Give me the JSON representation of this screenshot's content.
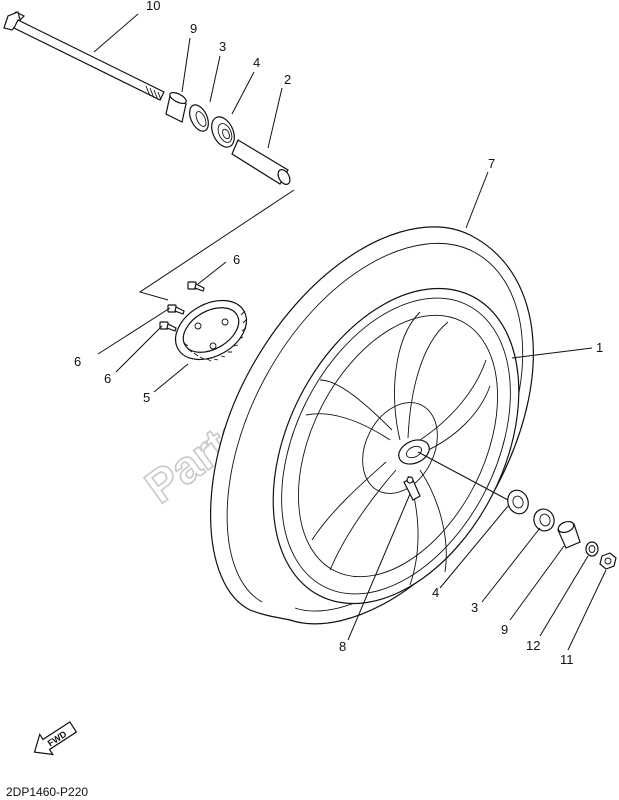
{
  "diagram": {
    "callouts": [
      {
        "id": "c-10-axle",
        "label": "10"
      },
      {
        "id": "c-9-top",
        "label": "9"
      },
      {
        "id": "c-3-top",
        "label": "3"
      },
      {
        "id": "c-4-top",
        "label": "4"
      },
      {
        "id": "c-2-top",
        "label": "2"
      },
      {
        "id": "c-7-tire",
        "label": "7"
      },
      {
        "id": "c-6-a",
        "label": "6"
      },
      {
        "id": "c-6-b",
        "label": "6"
      },
      {
        "id": "c-6-c",
        "label": "6"
      },
      {
        "id": "c-5-sensor",
        "label": "5"
      },
      {
        "id": "c-1-wheel",
        "label": "1"
      },
      {
        "id": "c-4-bottom",
        "label": "4"
      },
      {
        "id": "c-3-bottom",
        "label": "3"
      },
      {
        "id": "c-9-bottom",
        "label": "9"
      },
      {
        "id": "c-12-washer",
        "label": "12"
      },
      {
        "id": "c-11-nut",
        "label": "11"
      },
      {
        "id": "c-8-valve",
        "label": "8"
      }
    ],
    "watermark": "PartsRepublik",
    "fwd_label": "FWD",
    "diagram_code": "2DP1460-P220"
  }
}
